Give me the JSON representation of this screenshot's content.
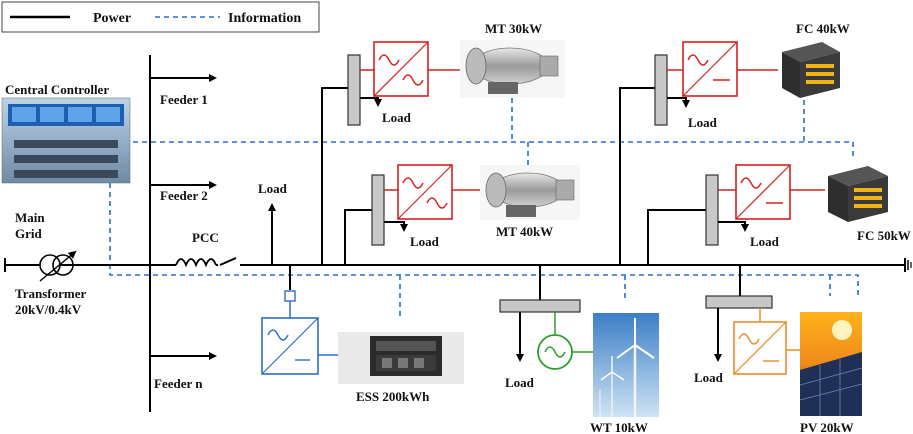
{
  "legend": {
    "power_label": "Power",
    "information_label": "Information"
  },
  "labels": {
    "central_controller": "Central Controller",
    "main_grid_line1": "Main",
    "main_grid_line2": "Grid",
    "transformer_line1": "Transformer",
    "transformer_line2": "20kV/0.4kV",
    "pcc": "PCC",
    "feeder_1": "Feeder 1",
    "feeder_2": "Feeder 2",
    "feeder_n": "Feeder n",
    "load": "Load",
    "mt_30": "MT 30kW",
    "mt_40": "MT 40kW",
    "fc_40": "FC 40kW",
    "fc_50": "FC 50kW",
    "ess": "ESS 200kWh",
    "wt": "WT 10kW",
    "pv": "PV 20kW"
  },
  "colors": {
    "power_line": "#000000",
    "information_line": "#2a6fc9",
    "converter_red": "#d42020",
    "converter_blue": "#2a6fc9",
    "converter_green": "#2aa02a",
    "converter_orange": "#f08a24"
  }
}
